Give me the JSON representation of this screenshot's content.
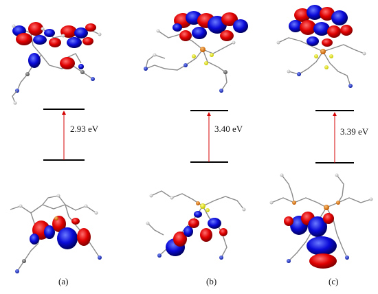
{
  "panels": [
    {
      "label": "(a)",
      "gap": "2.93 eV"
    },
    {
      "label": "(b)",
      "gap": "3.40 eV"
    },
    {
      "label": "(c)",
      "gap": "3.39 eV"
    }
  ],
  "colors": {
    "lobe_positive": "#e00000",
    "lobe_negative": "#0a0ad8",
    "arrow": "#d40000",
    "level_line": "#000000",
    "bond": "#8a8a8a",
    "hydrogen": "#e8e8e8",
    "carbon": "#6f6f6f",
    "nitrogen": "#2233cc",
    "sulfur": "#e6e600",
    "phosphorus": "#e07a10"
  },
  "icons": [
    "molecular-orbital-diagram"
  ]
}
